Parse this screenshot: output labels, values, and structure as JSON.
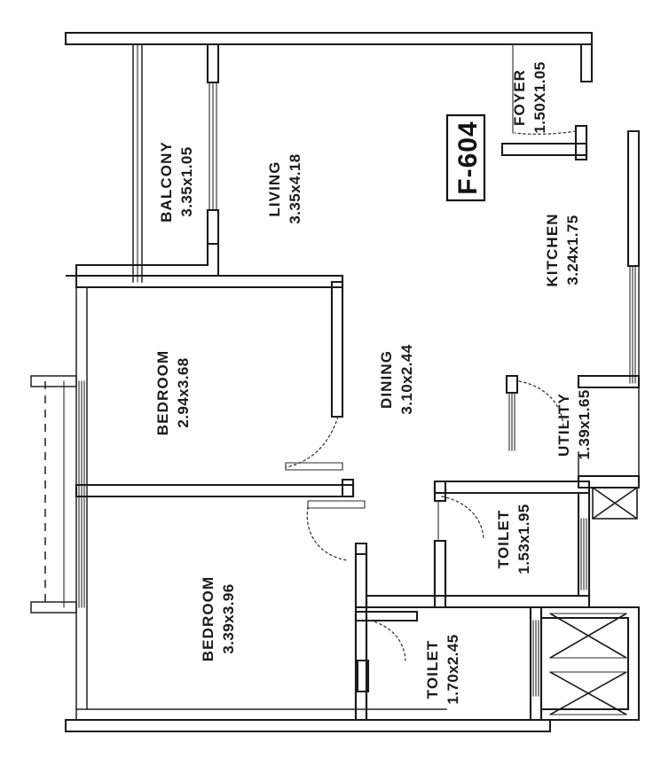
{
  "plan": {
    "unit_code": "F-604",
    "drawing_type": "residential-floor-plan",
    "dimension_unit": "meters",
    "rooms": [
      {
        "id": "balcony",
        "label": "BALCONY",
        "dimensions": "3.35x1.05"
      },
      {
        "id": "living",
        "label": "LIVING",
        "dimensions": "3.35x4.18"
      },
      {
        "id": "foyer",
        "label": "FOYER",
        "dimensions": "1.50X1.05"
      },
      {
        "id": "kitchen",
        "label": "KITCHEN",
        "dimensions": "3.24x1.75"
      },
      {
        "id": "dining",
        "label": "DINING",
        "dimensions": "3.10x2.44"
      },
      {
        "id": "bedroom1",
        "label": "BEDROOM",
        "dimensions": "2.94x3.68"
      },
      {
        "id": "bedroom2",
        "label": "BEDROOM",
        "dimensions": "3.39x3.96"
      },
      {
        "id": "utility",
        "label": "UTILITY",
        "dimensions": "1.39x1.65"
      },
      {
        "id": "toilet1",
        "label": "TOILET",
        "dimensions": "1.53x1.95"
      },
      {
        "id": "toilet2",
        "label": "TOILET",
        "dimensions": "1.70x2.45"
      }
    ],
    "colors": {
      "ink": "#1a1a1a",
      "paper": "#ffffff"
    }
  }
}
